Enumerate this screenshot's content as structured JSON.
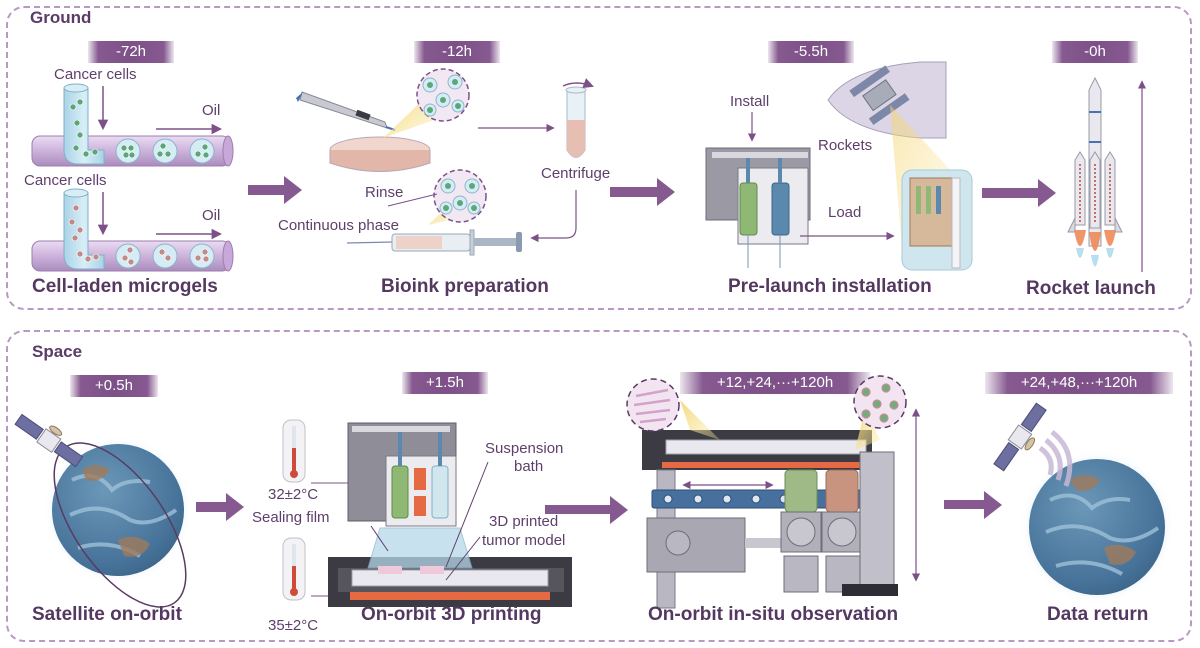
{
  "ground": {
    "title": "Ground",
    "stages": [
      {
        "time": "-72h",
        "title": "Cell-laden microgels",
        "labels": {
          "cells_top": "Cancer cells",
          "oil_top": "Oil",
          "cells_bottom": "Cancer cells",
          "oil_bottom": "Oil"
        }
      },
      {
        "time": "-12h",
        "title": "Bioink preparation",
        "labels": {
          "rinse": "Rinse",
          "continuous_phase": "Continuous phase",
          "centrifuge": "Centrifuge"
        }
      },
      {
        "time": "-5.5h",
        "title": "Pre-launch installation",
        "labels": {
          "install": "Install",
          "rockets": "Rockets",
          "load": "Load"
        }
      },
      {
        "time": "-0h",
        "title": "Rocket launch"
      }
    ]
  },
  "space": {
    "title": "Space",
    "stages": [
      {
        "time": "+0.5h",
        "title": "Satellite on-orbit"
      },
      {
        "time": "+1.5h",
        "title": "On-orbit 3D printing",
        "labels": {
          "temp_top": "32±2°C",
          "temp_bottom": "35±2°C",
          "sealing_film": "Sealing film",
          "suspension_bath_1": "Suspension",
          "suspension_bath_2": "bath",
          "tumor_model_1": "3D printed",
          "tumor_model_2": "tumor model"
        }
      },
      {
        "time": "+12,+24,···+120h",
        "title": "On-orbit in-situ observation"
      },
      {
        "time": "+24,+48,···+120h",
        "title": "Data return"
      }
    ]
  },
  "colors": {
    "accent": "#865a90",
    "border": "#b899c4",
    "tube": "#d9c5e6",
    "liquid": "#bfe0ec",
    "green_cell": "#5aa77a",
    "red_cell": "#c48a8a",
    "earth": "#4f7ea3"
  }
}
